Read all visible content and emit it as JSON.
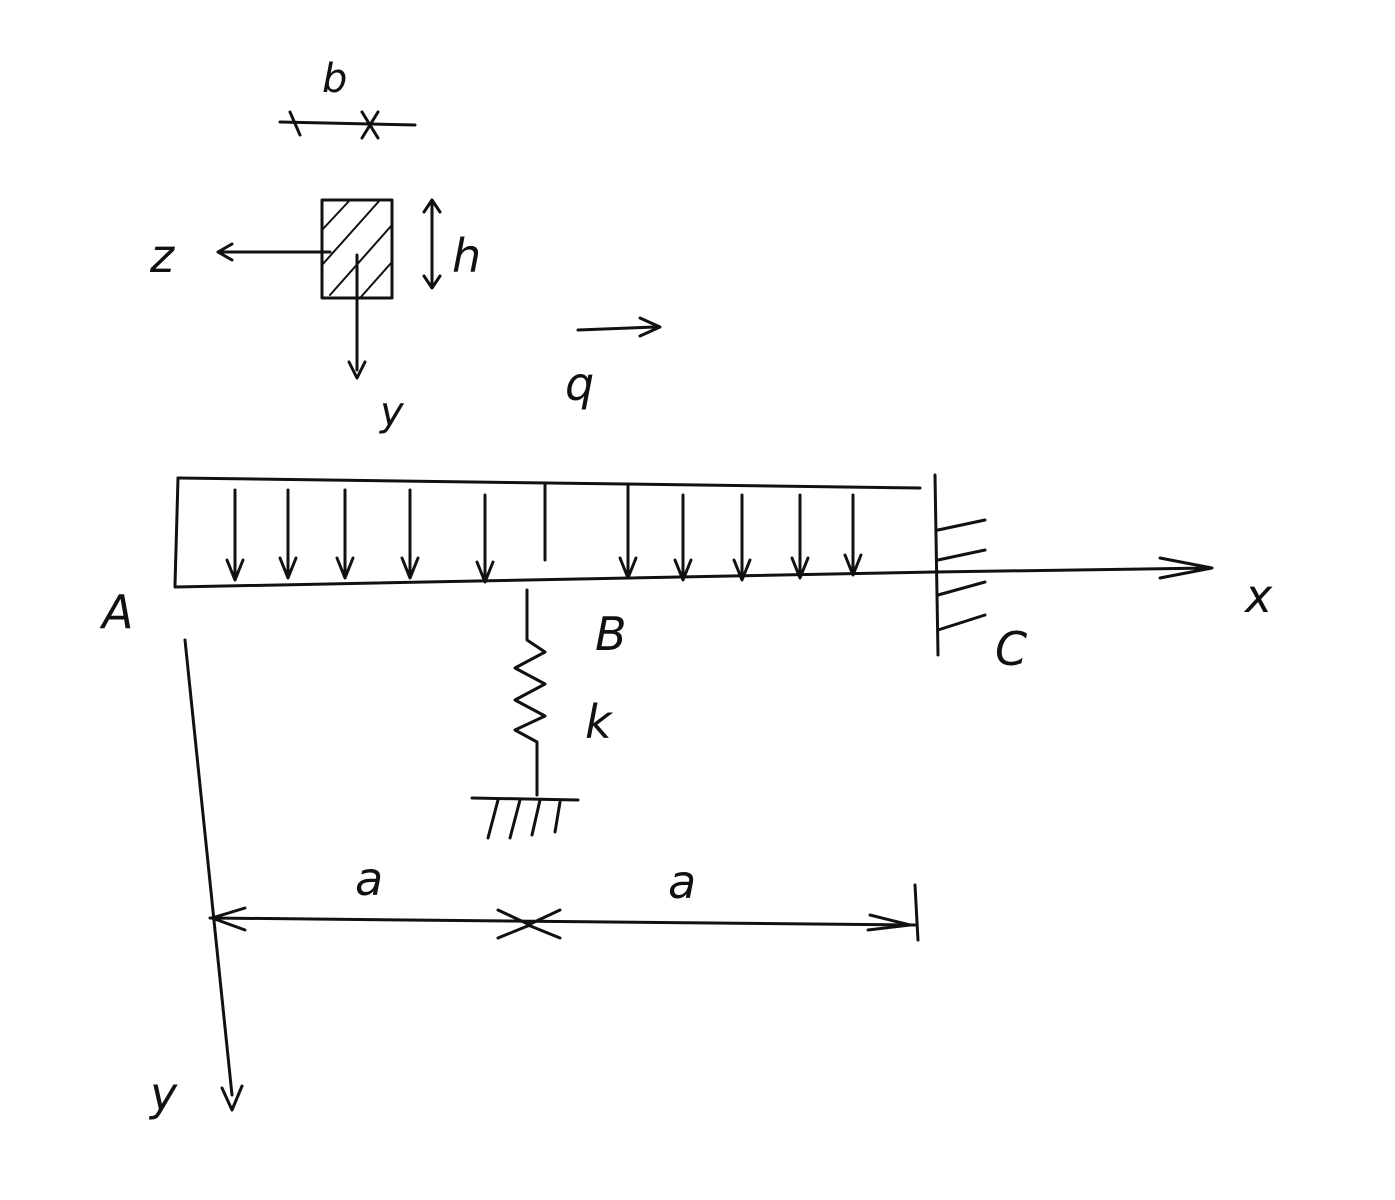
{
  "labels": {
    "section_width": "b",
    "section_height": "h",
    "section_z_axis": "z",
    "section_y_axis": "y",
    "load": "q",
    "point_a": "A",
    "point_b": "B",
    "point_c": "C",
    "x_axis": "x",
    "y_axis": "y",
    "spring": "k",
    "span_left": "a",
    "span_right": "a"
  },
  "colors": {
    "ink": "#111111",
    "background": "#ffffff"
  }
}
